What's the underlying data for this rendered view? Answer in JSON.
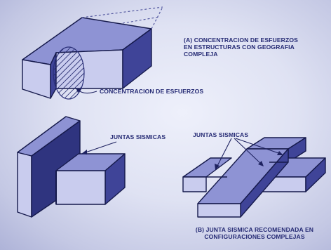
{
  "labels": {
    "caption_a": [
      "(A) CONCENTRACION DE ESFUERZOS",
      "EN ESTRUCTURAS CON GEOGRAFIA",
      "COMPLEJA"
    ],
    "concentracion": "CONCENTRACION DE ESFUERZOS",
    "juntas_left": "JUNTAS SISMICAS",
    "juntas_right": "JUNTAS SISMICAS",
    "caption_b": [
      "(B) JUNTA SISMICA RECOMENDADA EN",
      "CONFIGURACIONES COMPLEJAS"
    ]
  },
  "palette": {
    "background": "#d9dcef",
    "top_face": "#8e93d4",
    "front_face": "#c9ccee",
    "side_face": "#3f4498",
    "outline": "#161a4c",
    "text": "#252a74"
  }
}
